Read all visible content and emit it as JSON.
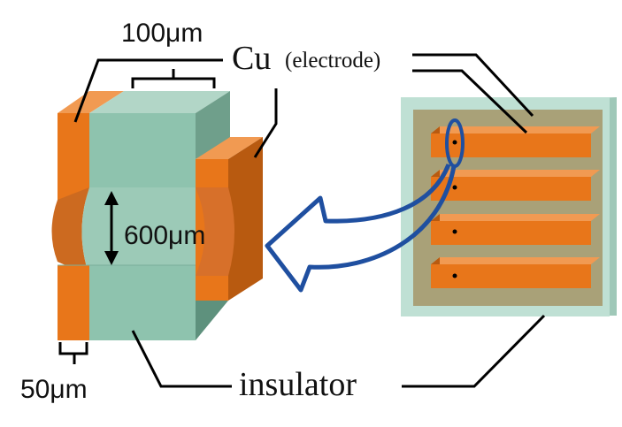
{
  "labels": {
    "width_top": "100μm",
    "cu_symbol": "Cu",
    "cu_note": "(electrode)",
    "hole_height": "600μm",
    "width_bottom": "50μm",
    "insulator": "insulator"
  },
  "colors": {
    "copper": "#E8761A",
    "copper_dark": "#B85A10",
    "insulator": "#8EC3AE",
    "insulator_dark": "#5E917D",
    "board_outer": "#BFE0D4",
    "board_inner": "#A9A178",
    "arrow": "#1F4FA0"
  },
  "icons": {
    "hole_arrow": "double-headed-vertical-arrow",
    "zoom_arrow": "curved-outline-arrow-left",
    "selection_ring": "ellipse"
  }
}
